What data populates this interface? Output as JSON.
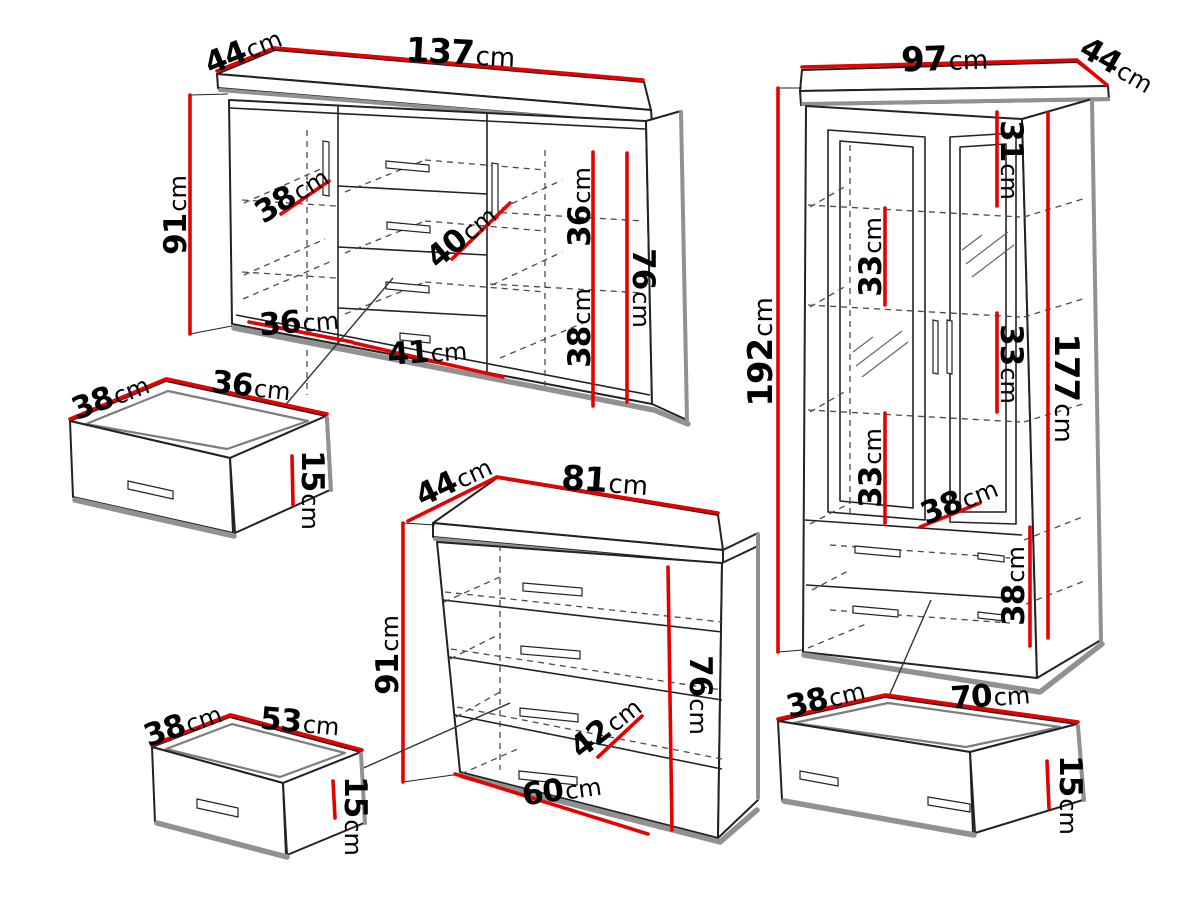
{
  "unit": "cm",
  "colors": {
    "dimension_red": "#e60000",
    "outline_black": "#222222",
    "shadow_gray": "#919191",
    "background": "#ffffff"
  },
  "sideboard": {
    "width": "137",
    "depth": "44",
    "height": "91",
    "shelf_width": "38",
    "drawer_width": "40",
    "door_width": "36",
    "bottom_drawer_width": "41",
    "right_upper_height": "36",
    "right_lower_height": "38",
    "interior_height": "76"
  },
  "display_cabinet": {
    "width": "97",
    "depth": "44",
    "height": "192",
    "interior_height": "177",
    "top_section_height": "31",
    "middle_left_section_height": "33",
    "middle_right_section_height": "33",
    "lower_section_height": "33",
    "shelf_depth": "38",
    "drawer_section_height": "38"
  },
  "chest": {
    "width": "81",
    "depth": "44",
    "height": "91",
    "interior_height": "76",
    "drawer_width": "42",
    "bottom_width": "60"
  },
  "small_drawer": {
    "depth": "38",
    "width": "36",
    "height": "15"
  },
  "medium_drawer": {
    "depth": "38",
    "width": "53",
    "height": "15"
  },
  "large_drawer": {
    "depth": "38",
    "width": "70",
    "height": "15"
  }
}
